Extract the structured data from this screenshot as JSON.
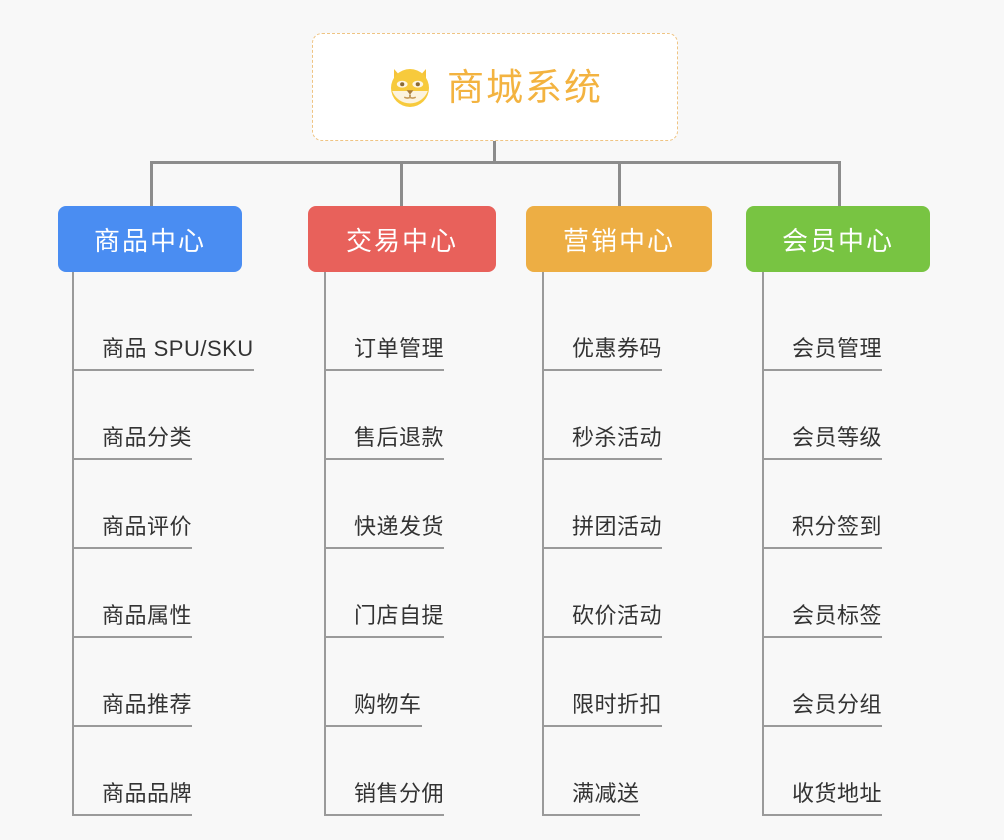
{
  "background_color": "#f8f8f8",
  "root": {
    "title": "商城系统",
    "icon": "dog-face-icon",
    "title_color": "#f3b340",
    "border_color": "#efc483"
  },
  "columns": [
    {
      "category": "商品中心",
      "color": "#4a8df2",
      "items": [
        "商品 SPU/SKU",
        "商品分类",
        "商品评价",
        "商品属性",
        "商品推荐",
        "商品品牌"
      ]
    },
    {
      "category": "交易中心",
      "color": "#e8615b",
      "items": [
        "订单管理",
        "售后退款",
        "快递发货",
        "门店自提",
        "购物车",
        "销售分佣"
      ]
    },
    {
      "category": "营销中心",
      "color": "#edae44",
      "items": [
        "优惠券码",
        "秒杀活动",
        "拼团活动",
        "砍价活动",
        "限时折扣",
        "满减送"
      ]
    },
    {
      "category": "会员中心",
      "color": "#78c442",
      "items": [
        "会员管理",
        "会员等级",
        "积分签到",
        "会员标签",
        "会员分组",
        "收货地址"
      ]
    }
  ],
  "connector_color": "#8c8c8c",
  "leaf_line_color": "#9a9a9a"
}
